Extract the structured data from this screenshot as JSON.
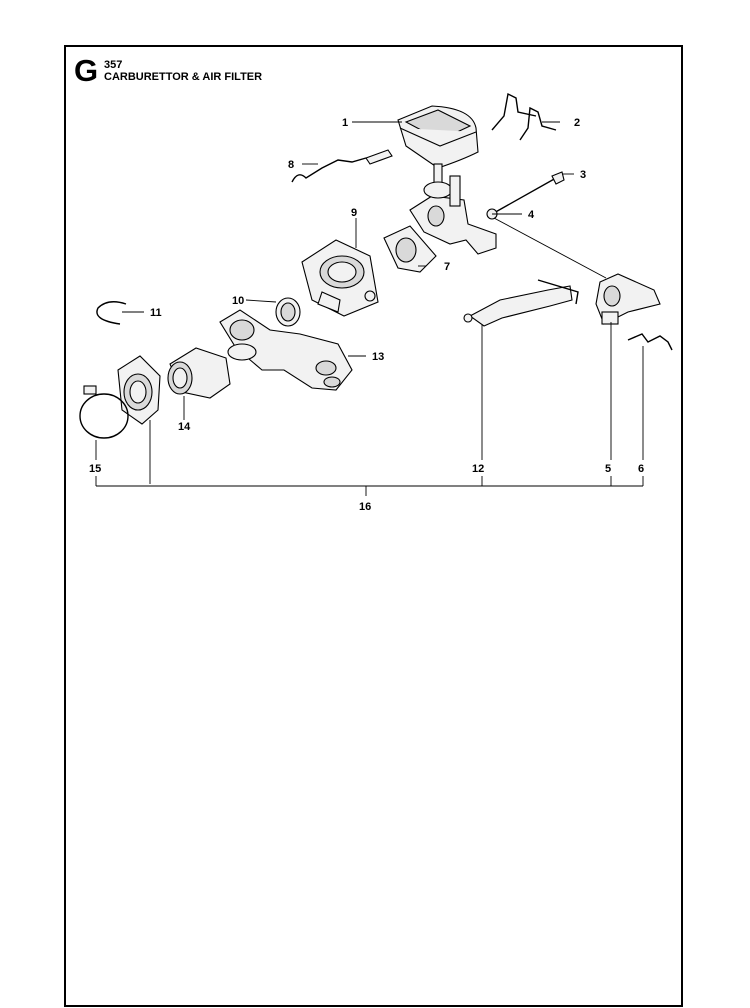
{
  "header": {
    "section_letter": "G",
    "model_number": "357",
    "title": "CARBURETTOR & AIR FILTER"
  },
  "callouts": {
    "c1": "1",
    "c2": "2",
    "c3": "3",
    "c4": "4",
    "c5": "5",
    "c6": "6",
    "c7": "7",
    "c8": "8",
    "c9": "9",
    "c10": "10",
    "c11": "11",
    "c12": "12",
    "c13": "13",
    "c14": "14",
    "c15": "15",
    "c16": "16"
  }
}
